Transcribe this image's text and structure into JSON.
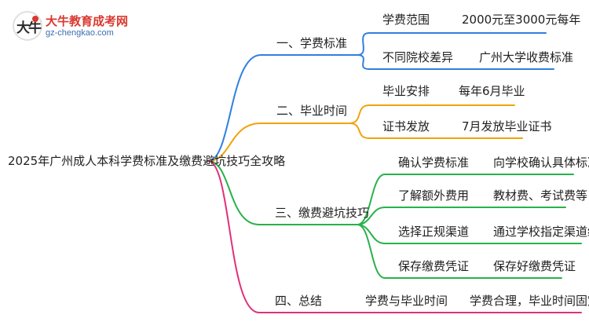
{
  "logo": {
    "name": "大牛教育成考网",
    "url": "gz-chengkao.com",
    "mark": "大牛"
  },
  "root": "2025年广州成人本科学费标准及缴费避坑技巧全攻略",
  "branches": [
    {
      "label": "一、学费标准",
      "color": "#2f7fe0",
      "items": [
        {
          "key": "学费范围",
          "value": "2000元至3000元每年"
        },
        {
          "key": "不同院校差异",
          "value": "广州大学收费标准"
        }
      ]
    },
    {
      "label": "二、毕业时间",
      "color": "#f0a30a",
      "items": [
        {
          "key": "毕业安排",
          "value": "每年6月毕业"
        },
        {
          "key": "证书发放",
          "value": "7月发放毕业证书"
        }
      ]
    },
    {
      "label": "三、缴费避坑技巧",
      "color": "#27b24a",
      "items": [
        {
          "key": "确认学费标准",
          "value": "向学校确认具体标准"
        },
        {
          "key": "了解额外费用",
          "value": "教材费、考试费等"
        },
        {
          "key": "选择正规渠道",
          "value": "通过学校指定渠道缴费"
        },
        {
          "key": "保存缴费凭证",
          "value": "保存好缴费凭证"
        }
      ]
    },
    {
      "label": "四、总结",
      "color": "#e0307a",
      "items": [
        {
          "key": "学费与毕业时间",
          "value": "学费合理，毕业时间固定"
        }
      ]
    }
  ]
}
